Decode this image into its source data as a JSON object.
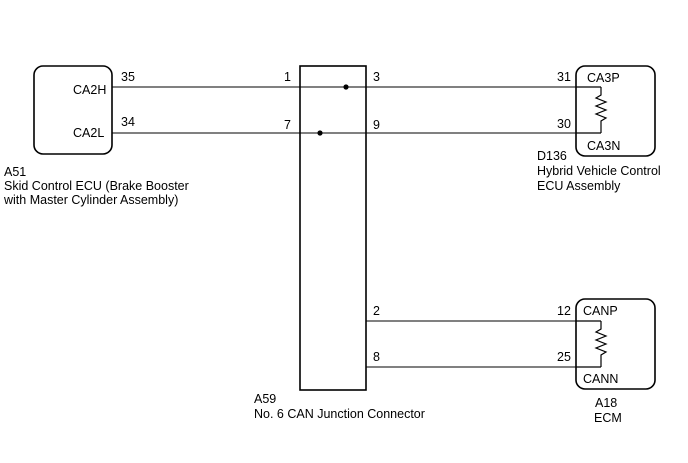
{
  "components": {
    "a51": {
      "ref": "A51",
      "name_line1": "Skid Control ECU (Brake Booster",
      "name_line2": "with Master Cylinder Assembly)",
      "pins": [
        {
          "label": "CA2H",
          "number": "35"
        },
        {
          "label": "CA2L",
          "number": "34"
        }
      ]
    },
    "a59": {
      "ref": "A59",
      "name": "No. 6 CAN Junction Connector",
      "left_pins": [
        "1",
        "7"
      ],
      "right_pins": [
        "3",
        "9",
        "2",
        "8"
      ]
    },
    "d136": {
      "ref": "D136",
      "name_line1": "Hybrid Vehicle Control",
      "name_line2": "ECU Assembly",
      "pins": [
        {
          "label": "CA3P",
          "number": "31"
        },
        {
          "label": "CA3N",
          "number": "30"
        }
      ]
    },
    "a18": {
      "ref": "A18",
      "name": "ECM",
      "pins": [
        {
          "label": "CANP",
          "number": "12"
        },
        {
          "label": "CANN",
          "number": "25"
        }
      ]
    }
  }
}
